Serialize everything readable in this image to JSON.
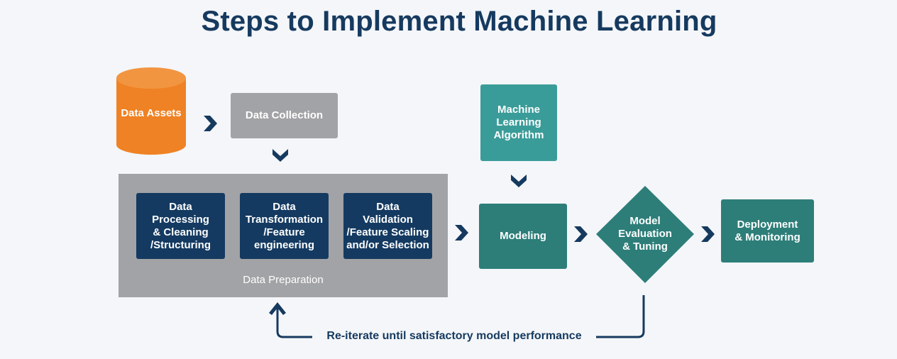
{
  "title": "Steps to Implement Machine Learning",
  "nodes": {
    "data_assets": "Data Assets",
    "data_collection": "Data Collection",
    "data_processing": "Data\nProcessing\n& Cleaning\n/Structuring",
    "data_transformation": "Data\nTransformation\n/Feature\nengineering",
    "data_validation": "Data\nValidation\n/Feature Scaling\nand/or Selection",
    "data_preparation": "Data Preparation",
    "ml_algorithm": "Machine\nLearning\nAlgorithm",
    "modeling": "Modeling",
    "model_evaluation": "Model\nEvaluation\n& Tuning",
    "deployment": "Deployment\n& Monitoring"
  },
  "feedback": "Re-iterate until satisfactory model performance",
  "colors": {
    "title": "#163a5f",
    "orange": "#ef8224",
    "grey": "#a2a3a6",
    "navy": "#143a61",
    "teal": "#2d7e79",
    "light_teal": "#3a9c99",
    "arrow": "#163a5f"
  },
  "icons": [
    "chevron-right-icon",
    "chevron-down-icon",
    "up-arrow-icon",
    "database-cylinder-icon"
  ]
}
